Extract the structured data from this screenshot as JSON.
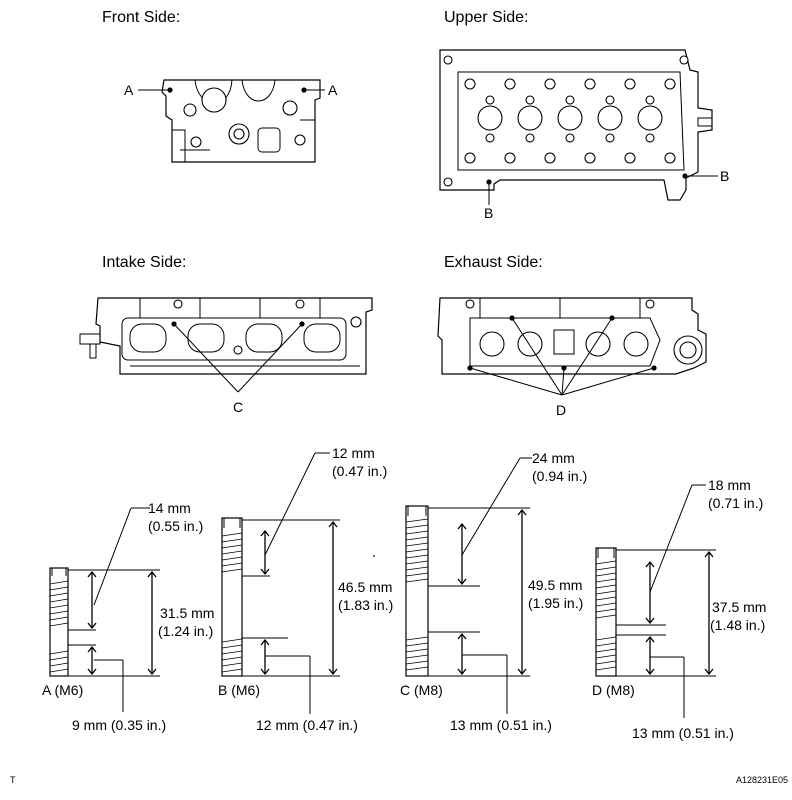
{
  "views": {
    "front": "Front Side:",
    "upper": "Upper Side:",
    "intake": "Intake Side:",
    "exhaust": "Exhaust Side:"
  },
  "callouts": {
    "a": "A",
    "b": "B",
    "c": "C",
    "d": "D"
  },
  "bolts": [
    {
      "name": "A (M6)",
      "top": "14 mm (0.55 in.)",
      "top_mm": "14 mm",
      "top_in": "(0.55 in.)",
      "total_mm": "31.5 mm",
      "total_in": "(1.24 in.)",
      "bottom": "9 mm (0.35 in.)"
    },
    {
      "name": "B (M6)",
      "top_mm": "12 mm",
      "top_in": "(0.47 in.)",
      "total_mm": "46.5 mm",
      "total_in": "(1.83 in.)",
      "bottom": "12 mm (0.47 in.)"
    },
    {
      "name": "C (M8)",
      "top_mm": "24 mm",
      "top_in": "(0.94 in.)",
      "total_mm": "49.5 mm",
      "total_in": "(1.95 in.)",
      "bottom": "13 mm (0.51 in.)"
    },
    {
      "name": "D (M8)",
      "top_mm": "18 mm",
      "top_in": "(0.71 in.)",
      "total_mm": "37.5 mm",
      "total_in": "(1.48 in.)",
      "bottom": "13 mm (0.51 in.)"
    }
  ],
  "footer": {
    "left": "T",
    "code": "A128231E05"
  }
}
